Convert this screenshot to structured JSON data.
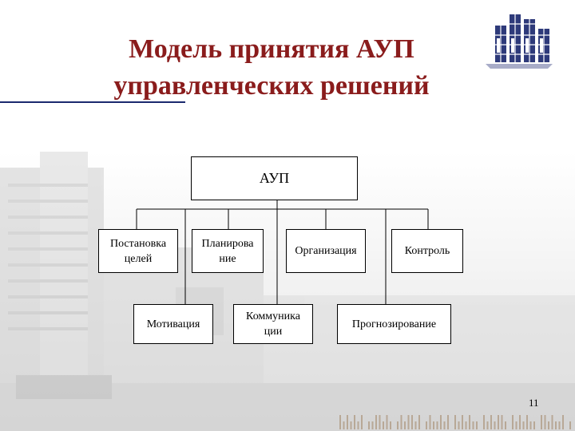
{
  "slide": {
    "title_line1": "Модель принятия АУП",
    "title_line2": "управленческих решений",
    "page_number": "11"
  },
  "diagram": {
    "root": "АУП",
    "level1": {
      "goals": "Постановка\nцелей",
      "planning": "Планирова\nние",
      "organization": "Организация",
      "control": "Контроль"
    },
    "level2": {
      "motivation": "Мотивация",
      "communication": "Коммуника\nции",
      "forecasting": "Прогнозирование"
    }
  },
  "colors": {
    "title": "#8a1c1c",
    "rule": "#1a2a6e",
    "logo": "#2e3a7a"
  },
  "icons": {
    "logo": "mbi-logo-icon",
    "background": "building-photo-icon"
  }
}
